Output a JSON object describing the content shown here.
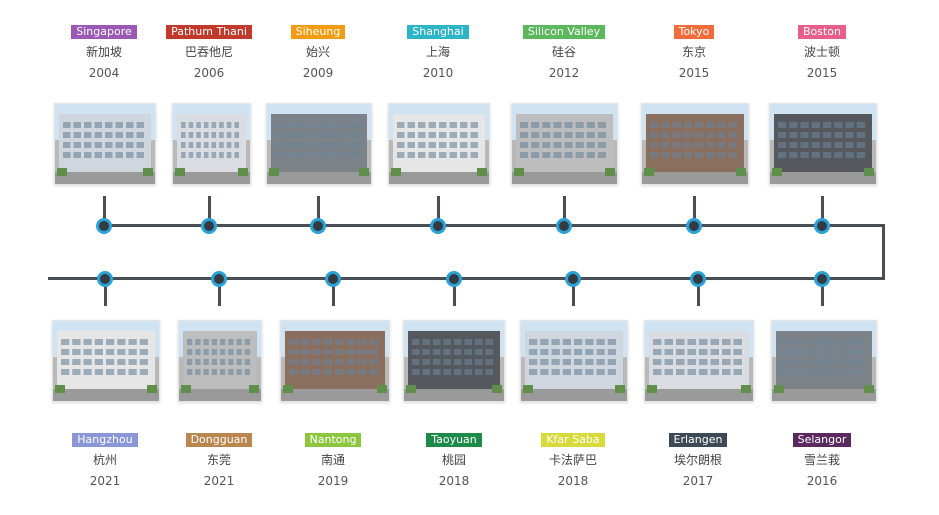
{
  "top": [
    {
      "city": "Singapore",
      "cn": "新加坡",
      "year": "2004",
      "color": "#9b59b6"
    },
    {
      "city": "Pathum Thani",
      "cn": "巴吞他尼",
      "year": "2006",
      "color": "#c0392b"
    },
    {
      "city": "Siheung",
      "cn": "始兴",
      "year": "2009",
      "color": "#f39c12"
    },
    {
      "city": "Shanghai",
      "cn": "上海",
      "year": "2010",
      "color": "#2bb5c7"
    },
    {
      "city": "Silicon Valley",
      "cn": "硅谷",
      "year": "2012",
      "color": "#5cb85c"
    },
    {
      "city": "Tokyo",
      "cn": "东京",
      "year": "2015",
      "color": "#f26b3a"
    },
    {
      "city": "Boston",
      "cn": "波士顿",
      "year": "2015",
      "color": "#e85d8a"
    }
  ],
  "bottom": [
    {
      "city": "Hangzhou",
      "cn": "杭州",
      "year": "2021",
      "color": "#8a97d6"
    },
    {
      "city": "Dongguan",
      "cn": "东莞",
      "year": "2021",
      "color": "#b8864e"
    },
    {
      "city": "Nantong",
      "cn": "南通",
      "year": "2019",
      "color": "#8cc63e"
    },
    {
      "city": "Taoyuan",
      "cn": "桃园",
      "year": "2018",
      "color": "#1e8a4a"
    },
    {
      "city": "Kfar Saba",
      "cn": "卡法萨巴",
      "year": "2018",
      "color": "#d8d93a"
    },
    {
      "city": "Erlangen",
      "cn": "埃尔朗根",
      "year": "2017",
      "color": "#3d4a56"
    },
    {
      "city": "Selangor",
      "cn": "雪兰莪",
      "year": "2016",
      "color": "#5a2a5e"
    }
  ],
  "colors": {
    "line": "#4a4f55",
    "dot_fill": "#333a42",
    "dot_ring": "#2aa2d6"
  }
}
